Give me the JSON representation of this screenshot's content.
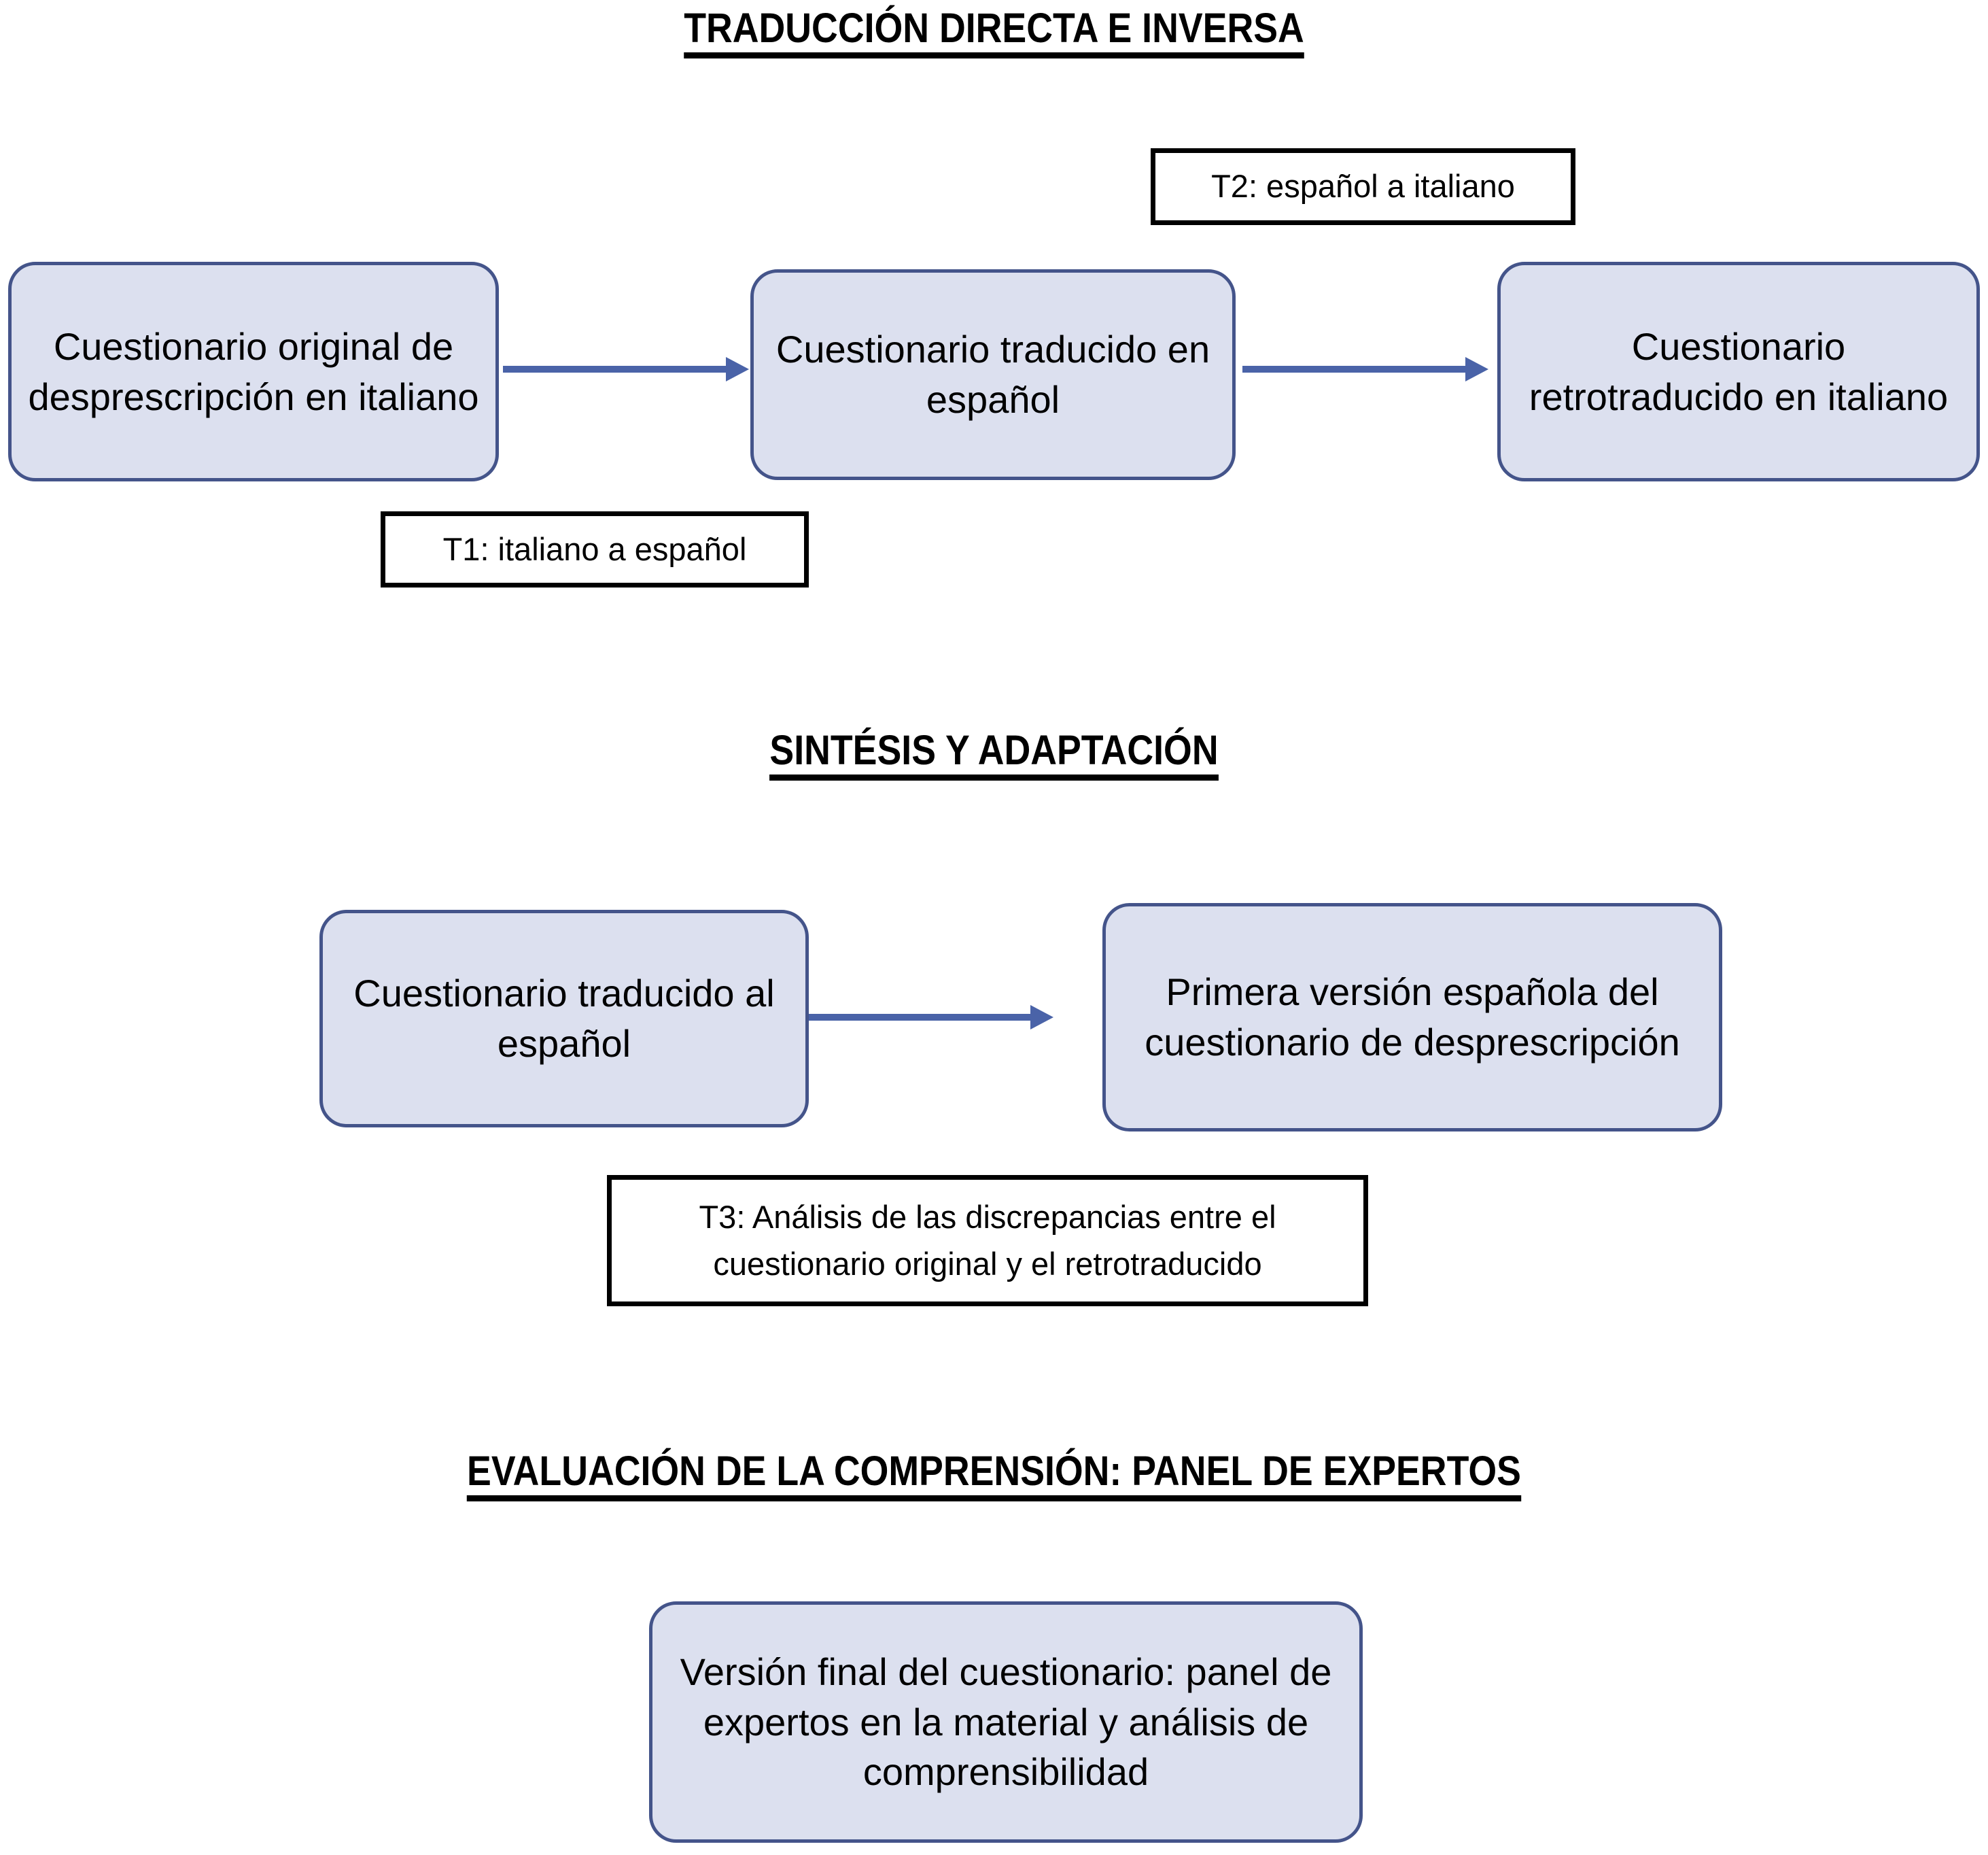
{
  "document": {
    "language": "es",
    "kind": "flowchart"
  },
  "palette": {
    "box_fill": "#dce0ef",
    "box_border": "#44548a",
    "arrow": "#4a63a8",
    "note_border": "#000000",
    "text": "#000000",
    "background": "#ffffff"
  },
  "sections": [
    {
      "id": "traduccion",
      "heading": "TRADUCCIÓN DIRECTA E INVERSA",
      "boxes": [
        {
          "id": "box-original-italiano",
          "text": "Cuestionario original de desprescripción en italiano"
        },
        {
          "id": "box-traducido-espanol",
          "text": "Cuestionario traducido en español"
        },
        {
          "id": "box-retrotraducido-italiano",
          "text": "Cuestionario retrotraducido en italiano"
        }
      ],
      "notes": [
        {
          "id": "note-t1",
          "text": "T1: italiano a español"
        },
        {
          "id": "note-t2",
          "text": "T2: español a italiano"
        }
      ],
      "arrows": [
        {
          "id": "arrow-1",
          "from": "box-original-italiano",
          "to": "box-traducido-espanol"
        },
        {
          "id": "arrow-2",
          "from": "box-traducido-espanol",
          "to": "box-retrotraducido-italiano"
        }
      ]
    },
    {
      "id": "sintesis",
      "heading": "SINTÉSIS Y ADAPTACIÓN",
      "boxes": [
        {
          "id": "box-traducido-al-espanol",
          "text": "Cuestionario traducido al español"
        },
        {
          "id": "box-primera-version",
          "text": "Primera versión española del cuestionario de desprescripción"
        }
      ],
      "notes": [
        {
          "id": "note-t3",
          "line1": "T3: Análisis de las discrepancias entre el",
          "line2": "cuestionario original y el retrotraducido"
        }
      ],
      "arrows": [
        {
          "id": "arrow-3",
          "from": "box-traducido-al-espanol",
          "to": "box-primera-version"
        }
      ]
    },
    {
      "id": "evaluacion",
      "heading": "EVALUACIÓN DE LA COMPRENSIÓN: PANEL DE EXPERTOS",
      "boxes": [
        {
          "id": "box-version-final",
          "text": "Versión final del cuestionario: panel de expertos en la material y análisis de comprensibilidad"
        }
      ],
      "notes": [],
      "arrows": []
    }
  ]
}
